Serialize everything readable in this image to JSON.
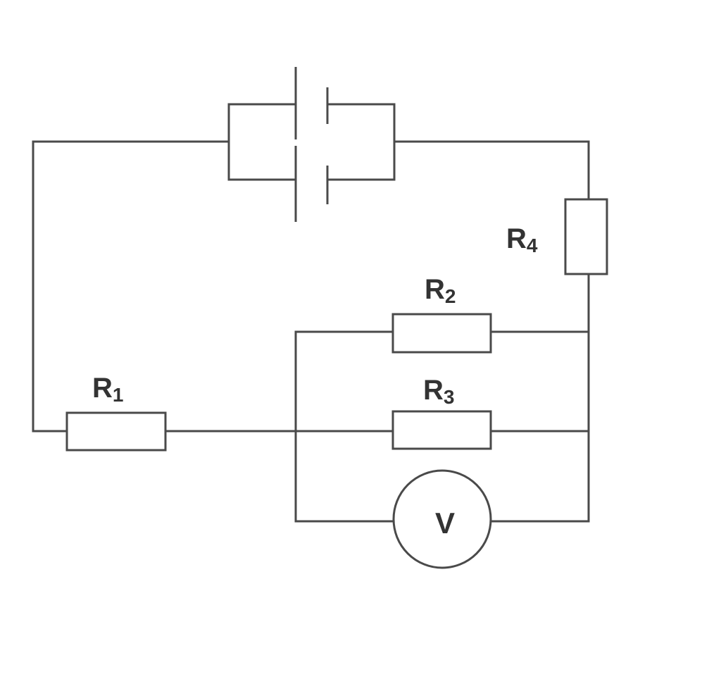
{
  "diagram": {
    "components": {
      "r1": {
        "symbol": "R",
        "index": "1"
      },
      "r2": {
        "symbol": "R",
        "index": "2"
      },
      "r3": {
        "symbol": "R",
        "index": "3"
      },
      "r4": {
        "symbol": "R",
        "index": "4"
      },
      "voltmeter": {
        "symbol": "V"
      }
    }
  }
}
